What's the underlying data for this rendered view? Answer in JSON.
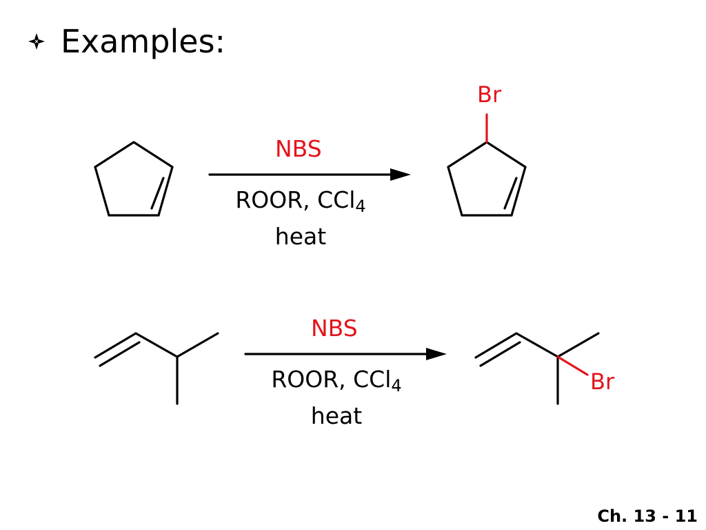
{
  "slide": {
    "heading": "Examples:",
    "bullet_icon": "diamond-bullet-icon",
    "footer": "Ch. 13 - 11"
  },
  "reactions": [
    {
      "reagent_above": "NBS",
      "reagent_below_line1": "ROOR, CCl",
      "reagent_below_sub": "4",
      "reagent_below_line2": "heat",
      "reactant": "cyclopentene",
      "product": "3-bromocyclopentene",
      "product_label": "Br"
    },
    {
      "reagent_above": "NBS",
      "reagent_below_line1": "ROOR, CCl",
      "reagent_below_sub": "4",
      "reagent_below_line2": "heat",
      "reactant": "3-methyl-1-butene",
      "product": "3-bromo-3-methyl-1-butene",
      "product_label": "Br"
    }
  ],
  "colors": {
    "highlight": "#e3141b",
    "bonds": "#000000"
  }
}
